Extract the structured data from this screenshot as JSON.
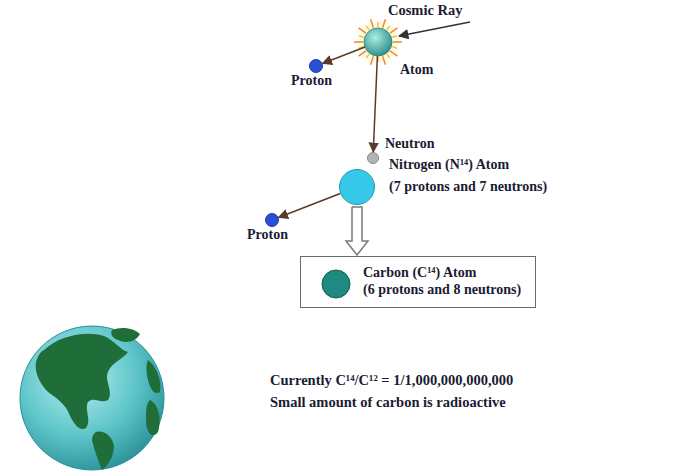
{
  "diagram": {
    "nodes": [
      {
        "text": [
          "Atom"
        ]
      },
      {
        "text": [
          "Proton"
        ]
      },
      {
        "text": [
          "Neutron"
        ]
      },
      {
        "text": [
          "Nitrogen (N¹⁴) Atom",
          "(7 protons and 7 neutrons)"
        ]
      },
      {
        "text": [
          "Proton"
        ]
      },
      {
        "text": [
          "Carbon (C¹⁴) Atom",
          "(6 protons and 8 neutrons)"
        ]
      }
    ],
    "edges": [
      {
        "from": 0,
        "to": 1,
        "arrow": "to"
      },
      {
        "from": 0,
        "to": 2,
        "arrow": "to"
      },
      {
        "from": 3,
        "to": 4,
        "arrow": "to"
      },
      {
        "from": 3,
        "to": 5,
        "arrow": "to"
      }
    ],
    "labels": [
      "Cosmic Ray",
      "Currently C¹⁴/C¹² = 1/1,000,000,000,000",
      "Small amount of carbon is radioactive"
    ]
  }
}
